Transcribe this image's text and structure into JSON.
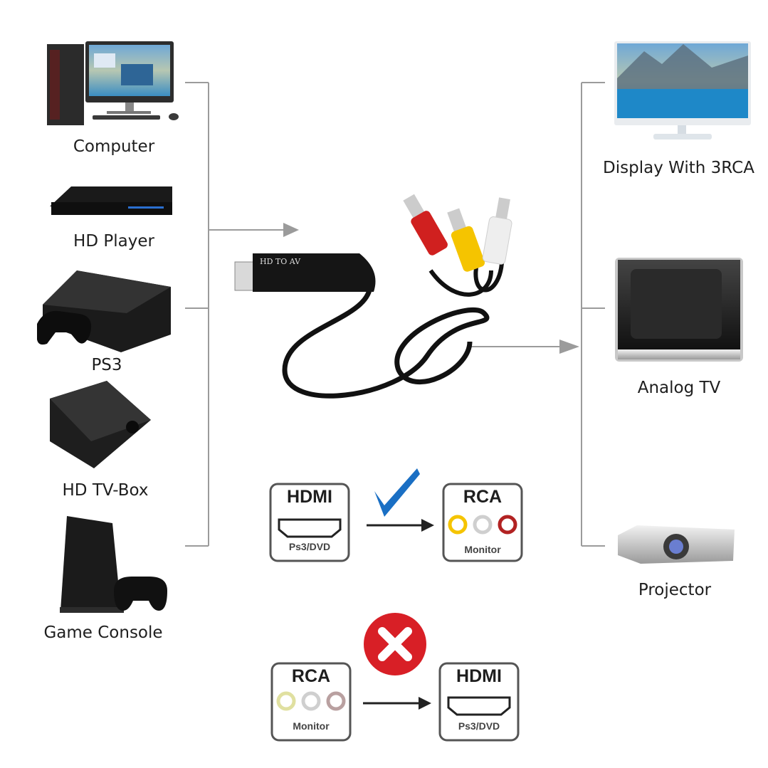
{
  "sources": [
    {
      "label": "Computer",
      "icon": "computer-icon"
    },
    {
      "label": "HD Player",
      "icon": "hd-player-icon"
    },
    {
      "label": "PS3",
      "icon": "ps3-icon"
    },
    {
      "label": "HD TV-Box",
      "icon": "tv-box-icon"
    },
    {
      "label": "Game Console",
      "icon": "game-console-icon"
    }
  ],
  "outputs": [
    {
      "label": "Display With 3RCA",
      "icon": "display-icon"
    },
    {
      "label": "Analog TV",
      "icon": "analog-tv-icon"
    },
    {
      "label": "Projector",
      "icon": "projector-icon"
    }
  ],
  "adapter": {
    "text": "HD TO AV",
    "icon": "hdmi-to-av-adapter-icon"
  },
  "correct_direction": {
    "status": "check-mark-icon",
    "from": {
      "title": "HDMI",
      "subtitle": "Ps3/DVD"
    },
    "to": {
      "title": "RCA",
      "subtitle": "Monitor"
    }
  },
  "wrong_direction": {
    "status": "cross-mark-icon",
    "from": {
      "title": "RCA",
      "subtitle": "Monitor"
    },
    "to": {
      "title": "HDMI",
      "subtitle": "Ps3/DVD"
    }
  },
  "colors": {
    "connector_line": "#999999",
    "check": "#1a6fc4",
    "cross": "#d81f26",
    "rca_red": "#d0201f",
    "rca_yellow": "#f5c400",
    "rca_white": "#eeeeee"
  }
}
